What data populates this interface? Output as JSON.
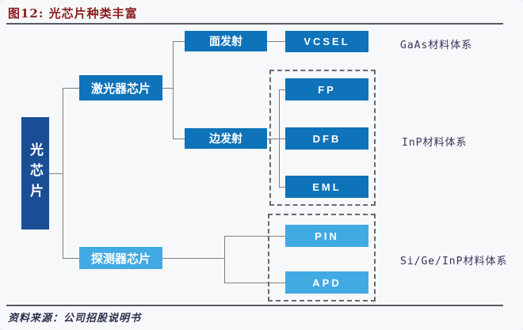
{
  "figure": {
    "title": "图12: 光芯片种类丰富",
    "source": "资料来源：公司招股说明书"
  },
  "colors": {
    "title_red": "#8C1C1C",
    "dark_blue": "#1A4E94",
    "mid_blue": "#0E73B9",
    "light_blue": "#41AAE3",
    "connector_gray": "#808080",
    "label_navy": "#34345A",
    "background": "#F7F8FA"
  },
  "tree": {
    "root": "光芯片",
    "laser": "激光器芯片",
    "detector": "探测器芯片",
    "surface_emit": "面发射",
    "edge_emit": "边发射",
    "vcsel": "VCSEL",
    "fp": "FP",
    "dfb": "DFB",
    "eml": "EML",
    "pin": "PIN",
    "apd": "APD"
  },
  "materials": {
    "gaas": "GaAs材料体系",
    "inp": "InP材料体系",
    "si_ge_inp": "Si/Ge/InP材料体系"
  }
}
